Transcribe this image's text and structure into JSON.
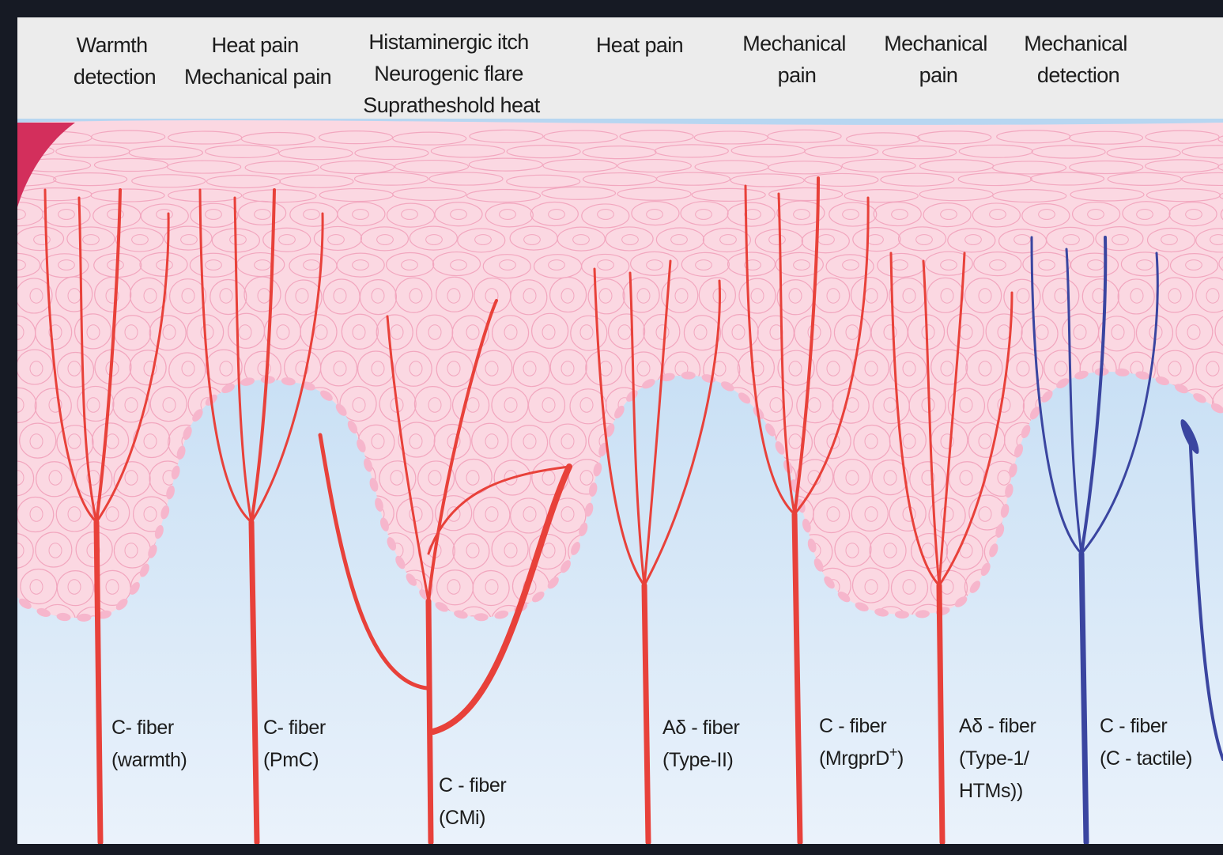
{
  "functions": [
    {
      "lines": [
        "Warmth",
        "detection"
      ]
    },
    {
      "lines": [
        "Heat pain",
        "Mechanical pain"
      ]
    },
    {
      "lines": [
        "Histaminergic itch",
        "Neurogenic flare",
        "Supratheshold heat"
      ]
    },
    {
      "lines": [
        "Heat pain"
      ]
    },
    {
      "lines": [
        "Mechanical",
        "pain"
      ]
    },
    {
      "lines": [
        "Mechanical",
        "pain"
      ]
    },
    {
      "lines": [
        "Mechanical",
        "detection"
      ]
    }
  ],
  "fibers": [
    {
      "line1": "C- fiber",
      "line2": "(warmth)",
      "color": "#e8413a"
    },
    {
      "line1": "C- fiber",
      "line2": "(PmC)",
      "color": "#e8413a"
    },
    {
      "line1": "C - fiber",
      "line2": "(CMi)",
      "color": "#e8413a"
    },
    {
      "line1": "Aδ - fiber",
      "line2": "(Type-II)",
      "color": "#e8413a"
    },
    {
      "line1": "C - fiber",
      "line2": "(MrgprD",
      "sup": "+",
      "line2_end": ")",
      "color": "#e8413a"
    },
    {
      "line1": "Aδ - fiber",
      "line2": "(Type-1/",
      "line3": "HTMs))",
      "color": "#e8413a"
    },
    {
      "line1": "C - fiber",
      "line2": "(C - tactile)",
      "color": "#3a45a0"
    }
  ],
  "colors": {
    "header_band": "#ececec",
    "epidermis": "#fbd8e2",
    "cell_outline": "#f2a7bf",
    "dermis_top": "#b9d8f2",
    "dermis_bottom": "#e7f0fb",
    "basement_dots": "#f6b6cc",
    "nociceptor": "#e8413a",
    "tactile": "#3a45a0",
    "corner_accent": "#d32f5c"
  }
}
